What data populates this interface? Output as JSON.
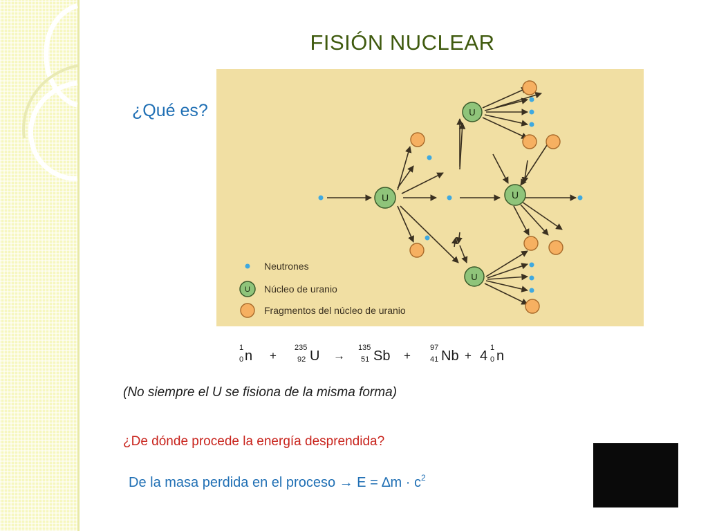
{
  "title": "FISIÓN NUCLEAR",
  "subtitle": "¿Qué es?",
  "legend": {
    "neutrons": "Neutrones",
    "uranium": "Núcleo de uranio",
    "fragments": "Fragmentos del núcleo de uranio"
  },
  "nucleus_symbol": "U",
  "equation": {
    "neutron": {
      "mass": "1",
      "atomic": "0",
      "symbol": "n"
    },
    "uranium": {
      "mass": "235",
      "atomic": "92",
      "symbol": "U"
    },
    "antimony": {
      "mass": "135",
      "atomic": "51",
      "symbol": "Sb"
    },
    "niobium": {
      "mass": "97",
      "atomic": "41",
      "symbol": "Nb"
    },
    "neutrons_out": {
      "coefficient": "4",
      "mass": "1",
      "atomic": "0",
      "symbol": "n"
    },
    "plus": "+",
    "arrow": "→"
  },
  "note": "(No siempre el U se fisiona de la misma forma)",
  "question": "¿De dónde procede la energía desprendida?",
  "answer": {
    "text": "De la masa perdida en el proceso → E = ∆m · c",
    "exponent": "2"
  },
  "colors": {
    "title": "#3f5a0e",
    "accent_blue": "#1f6fb4",
    "question_red": "#c8231c",
    "uranium_fill": "#8fc47a",
    "fragment_fill": "#f6b061",
    "neutron_fill": "#3fa9e0",
    "figure_bg": "#f1dfa3"
  }
}
